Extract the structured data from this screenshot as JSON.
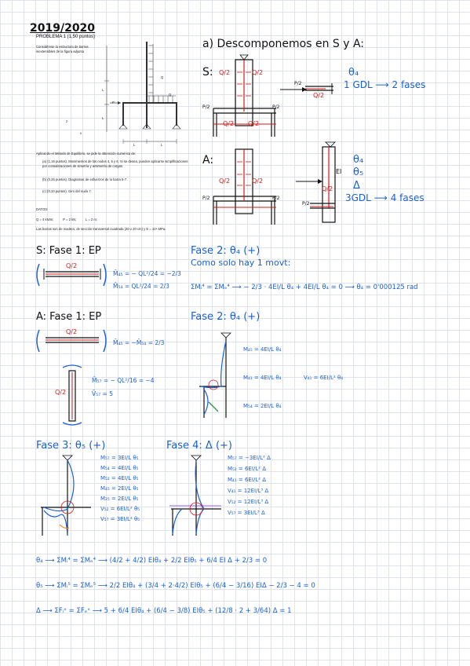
{
  "header": {
    "year": "2019/2020",
    "problem": "PROBLEMA 1 (1,50 puntos)"
  },
  "statement": {
    "intro_lines": [
      "Considérese la estructura de barras",
      "inextensibles de la figura adjunta"
    ],
    "L_label": "L",
    "P_label": "P",
    "Q_label": "Q",
    "axis_z": "z",
    "axis_x": "x",
    "method_line": "Aplicando el Método de Equilibrio, se pide la obtención numérica de:",
    "items": [
      "(a)  (1,15 puntos). Movimientos de los nodos 4, 5 y 6. Si se desea, pueden aplicarse simplificaciones por consideraciones de simetría y antimetría de cargas.",
      "(b)  (0,25 puntos). Diagramas de esfuerzos de la barra 5-7.",
      "(c)  (0,10 puntos). Giro del nudo 7."
    ],
    "data_title": "DATOS:",
    "data_line": "Q = 4 kN/m;          P = 2 kN;          L = 2 m;",
    "material_line": "Las barras son de madera, de sección transversal cuadrada (20 x 20 cm) y E = 10⁴ MPa."
  },
  "decomp": {
    "title": "a) Descomponemos en S y A:",
    "s_label": "S:",
    "a_label": "A:",
    "q2": "Q/2",
    "p2": "P/2",
    "theta4": "θ₄",
    "theta5": "θ₅",
    "delta": "Δ",
    "ei": "EI",
    "s_gdl": "1 GDL ⟶ 2 fases",
    "a_gdl": "3GDL ⟶ 4 fases"
  },
  "s_section": {
    "phase1": "S: Fase 1: EP",
    "m45": "M̄₄₅ = − QL²/24 = −2/3",
    "m54": "M̄₅₄ = QL²/24 = 2/3",
    "phase2": "Fase 2: θ₄ (+)",
    "note": "Como solo hay 1 movt:",
    "equation": "ΣMᵢ⁴ = ΣMₑ⁴ ⟶ − 2/3 · 4EI/L θ₄ + 4EI/L θ₄ = 0 ⟶ θ₄ = 0'000125 rad"
  },
  "a_section": {
    "phase1": "A: Fase 1: EP",
    "m45": "M̄₄₅ = −M̄₅₄ = 2/3",
    "m57": "M̄₅₇ = − QL²/16 = −4",
    "v57": "V̄₅₇ = 5",
    "phase2": "Fase 2: θ₄ (+)",
    "phase2_eqs": [
      "M₄₅ = 4EI/L θ₄",
      "M₄₁ = 4EI/L θ₄",
      "V₄₁ = 6EI/L² θ₄",
      "M₅₄ = 2EI/L θ₄"
    ],
    "phase3": "Fase 3: θ₅ (+)",
    "phase3_eqs": [
      "M₅₇ = 3EI/L θ₅",
      "M₅₄ = 4EI/L θ₅",
      "M₅₂ = 4EI/L θ₅",
      "M₄₅ = 2EI/L θ₅",
      "M₂₅ = 2EI/L θ₅",
      "V₅₂ = 6EI/L² θ₅",
      "V₅₇ = 3EI/L² θ₅"
    ],
    "phase4": "Fase 4: Δ (+)",
    "phase4_eqs": [
      "M₅₇ = −3EI/L² Δ",
      "M₅₂ = 6EI/L² Δ",
      "M₄₁ = 6EI/L² Δ",
      "V₄₁ = 12EI/L³ Δ",
      "V₅₂ = 12EI/L³ Δ",
      "V₅₇ = 3EI/L³ Δ"
    ]
  },
  "final_eqs": [
    "θ₄ ⟶ ΣMᵢ⁴ = ΣMₑ⁴ ⟶ (4/2 + 4/2) EIθ₄ + 2/2 EIθ₅ + 6/4 EI Δ + 2/3 = 0",
    "θ₅ ⟶ ΣMᵢ⁵ = ΣMₑ⁵ ⟶ 2/2 EIθ₄ + (3/4 + 2·4/2) EIθ₅ + (6/4 − 3/16) EIΔ − 2/3 − 4 = 0",
    "Δ ⟶ ΣFᵢˣ = ΣFₑˣ ⟶ 5 + 6/4 EIθ₄ + (6/4 − 3/8) EIθ₅ + (12/8 · 2 + 3/64) Δ = 1"
  ],
  "colors": {
    "blue": "#1a5fd6",
    "red": "#d11a1a",
    "grid": "#dfe3ea",
    "orange": "#f08a1c",
    "green": "#2a9a3a"
  }
}
